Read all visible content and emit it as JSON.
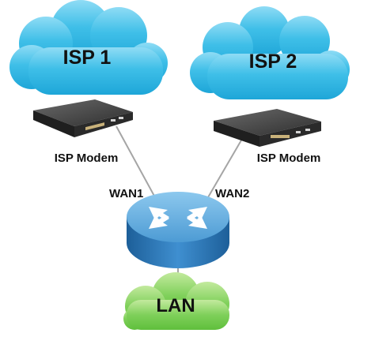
{
  "isp1": {
    "label": "ISP 1",
    "modem_label": "ISP Modem",
    "wan_label": "WAN1"
  },
  "isp2": {
    "label": "ISP 2",
    "modem_label": "ISP Modem",
    "wan_label": "WAN2"
  },
  "lan": {
    "label": "LAN"
  },
  "colors": {
    "isp_cloud": "#3bbce6",
    "isp_cloud_highlight": "#7ed6f3",
    "lan_cloud": "#7ccf5a",
    "lan_cloud_highlight": "#b2e48f",
    "router_top": "#5aa6d8",
    "router_side": "#2f79b8",
    "modem_body": "#3a3a3a",
    "cable": "#9a9a9a"
  },
  "icons": {
    "cloud": "cloud-icon",
    "modem": "modem-icon",
    "router": "router-icon"
  }
}
